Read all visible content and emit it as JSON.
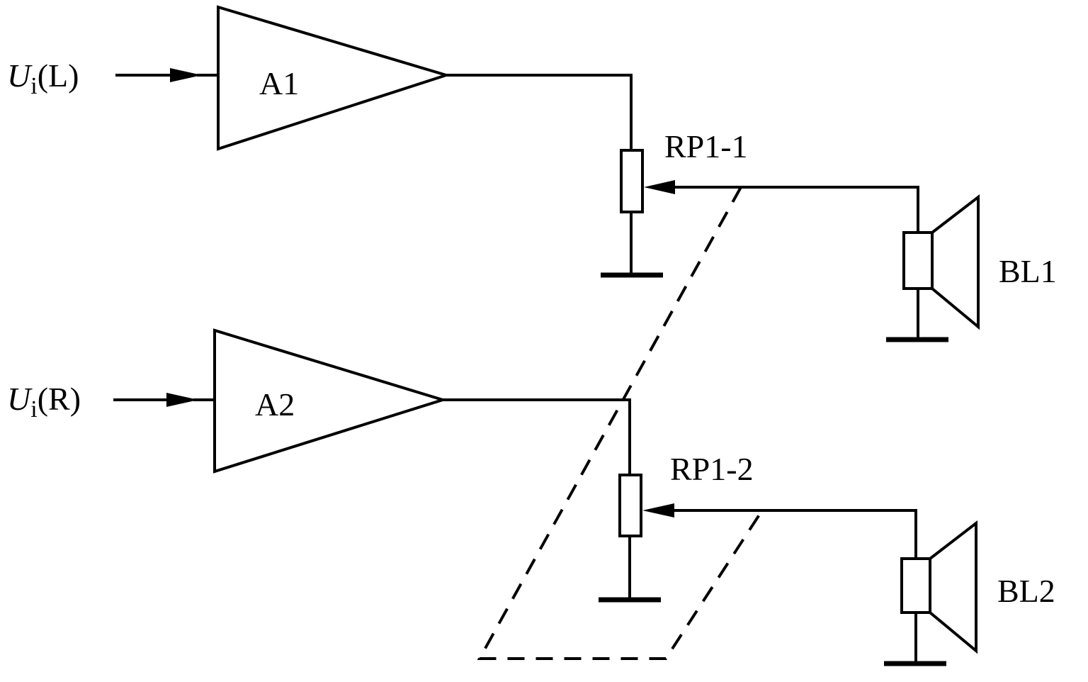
{
  "diagram": {
    "inputs": {
      "left": {
        "symbol": "U",
        "subscript": "i",
        "channel": "(L)"
      },
      "right": {
        "symbol": "U",
        "subscript": "i",
        "channel": "(R)"
      }
    },
    "amplifiers": {
      "a1": {
        "label": "A1"
      },
      "a2": {
        "label": "A2"
      }
    },
    "potentiometers": {
      "rp1_1": {
        "label": "RP1-1"
      },
      "rp1_2": {
        "label": "RP1-2"
      }
    },
    "speakers": {
      "bl1": {
        "label": "BL1"
      },
      "bl2": {
        "label": "BL2"
      }
    },
    "colors": {
      "stroke": "#000000",
      "background": "#ffffff"
    }
  }
}
